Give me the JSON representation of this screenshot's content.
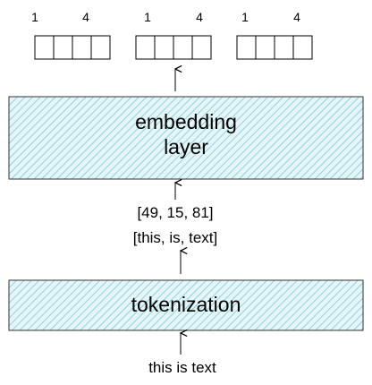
{
  "diagram": {
    "embedding_vectors": [
      {
        "index_start": "1",
        "index_end": "4",
        "cells": 4
      },
      {
        "index_start": "1",
        "index_end": "4",
        "cells": 4
      },
      {
        "index_start": "1",
        "index_end": "4",
        "cells": 4
      }
    ],
    "embedding_layer": {
      "line1": "embedding",
      "line2": "layer"
    },
    "token_ids": "[49, 15, 81]",
    "tokens": "[this, is, text]",
    "tokenization_label": "tokenization",
    "input_text": "this is text",
    "colors": {
      "box_fill": "#e6f6f8",
      "hatch_stroke": "#74cbd6",
      "outline": "#333333",
      "text": "#000000"
    }
  }
}
